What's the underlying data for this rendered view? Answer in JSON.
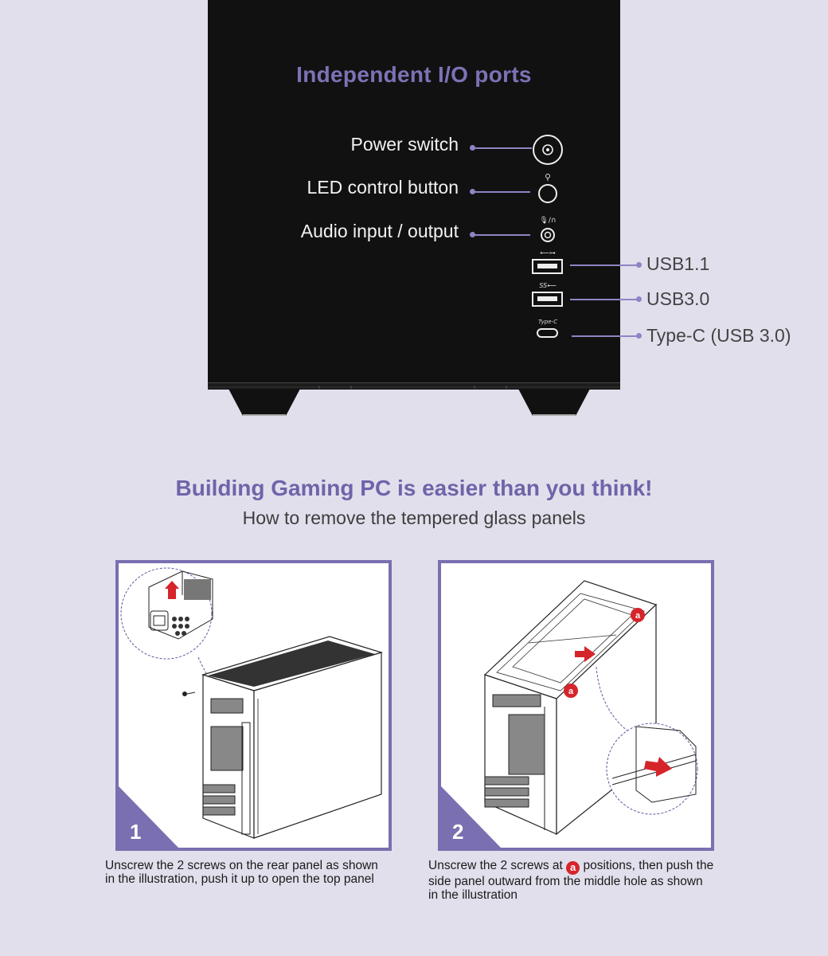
{
  "io_section": {
    "title": "Independent I/O ports",
    "ports_left": [
      {
        "label": "Power switch",
        "icon": "power-button-icon"
      },
      {
        "label": "LED control button",
        "icon": "led-button-icon"
      },
      {
        "label": "Audio input / output",
        "icon": "audio-jack-icon"
      }
    ],
    "ports_right": [
      {
        "label": "USB1.1",
        "icon": "usb-port-icon",
        "glyph": "⭠⭢"
      },
      {
        "label": "USB3.0",
        "icon": "usb3-port-icon",
        "glyph": "SS⭠"
      },
      {
        "label": "Type-C (USB 3.0)",
        "icon": "usb-c-port-icon",
        "glyph": "Type-C"
      }
    ],
    "accent_color": "#8d85c4"
  },
  "build_section": {
    "heading": "Building Gaming PC is easier than you think!",
    "subheading": "How to remove the tempered glass panels",
    "steps": [
      {
        "number": "1",
        "caption_line1": "Unscrew the 2 screws on the rear panel as shown",
        "caption_line2": "in the illustration, push it up to open the top panel"
      },
      {
        "number": "2",
        "caption_pre": "Unscrew the 2 screws at",
        "caption_marker": "a",
        "caption_post": "positions, then push the",
        "caption_line2": "side panel outward from the middle hole as shown",
        "caption_line3": "in the illustration"
      }
    ],
    "panel_border_color": "#7a6fb0",
    "marker_color": "#d6242b"
  }
}
